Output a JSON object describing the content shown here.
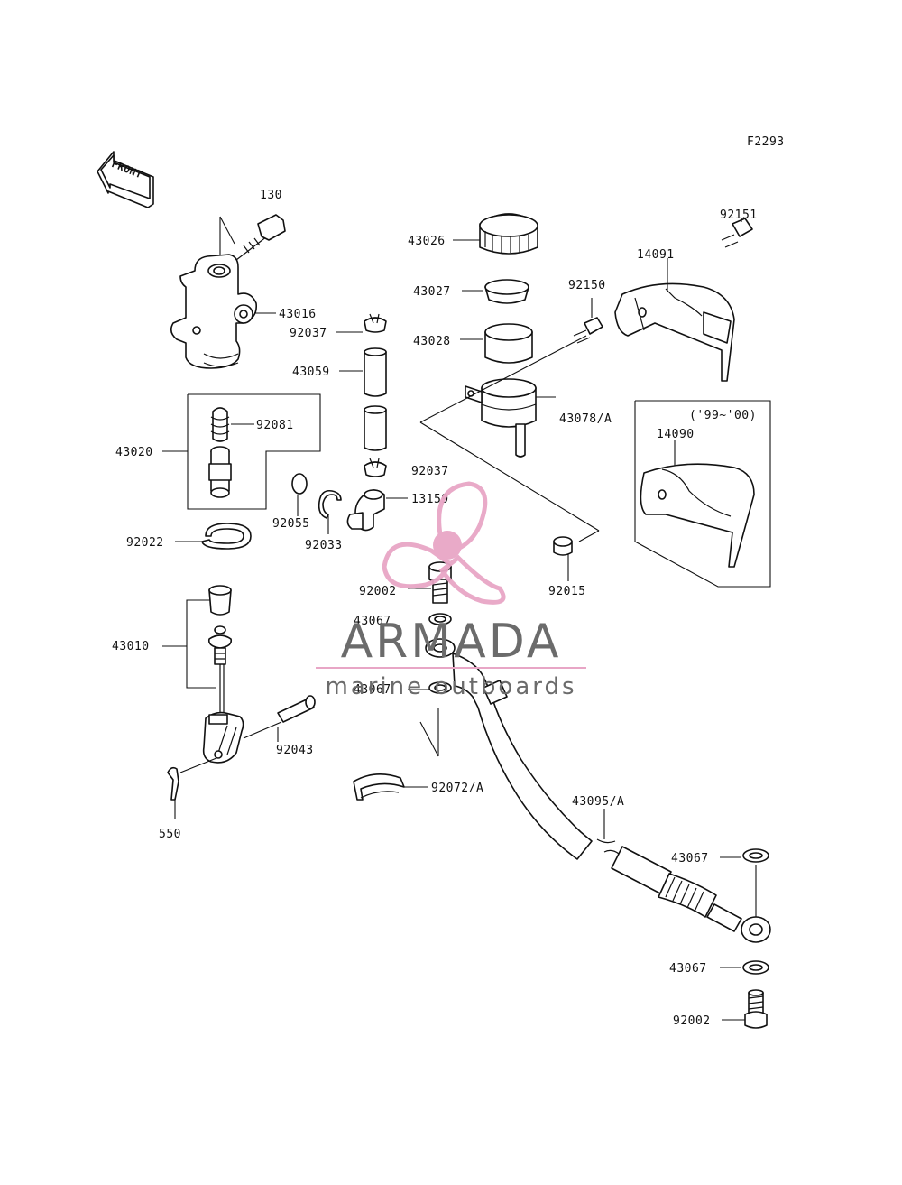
{
  "figure_code": "F2293",
  "front_label": "FRONT",
  "callouts": {
    "c130": "130",
    "c43016": "43016",
    "c43020": "43020",
    "c92081": "92081",
    "c92022": "92022",
    "c43010": "43010",
    "c550": "550",
    "c92043": "92043",
    "c92037a": "92037",
    "c43059": "43059",
    "c92037b": "92037",
    "c92055": "92055",
    "c92033": "92033",
    "c13159": "13159",
    "c43026": "43026",
    "c43027": "43027",
    "c43028": "43028",
    "c92150": "92150",
    "c43078": "43078/A",
    "c92015": "92015",
    "c92002a": "92002",
    "c43067a": "43067",
    "c43067b": "43067",
    "c92072": "92072/A",
    "c43095": "43095/A",
    "c43067c": "43067",
    "c43067d": "43067",
    "c92002b": "92002",
    "c92151": "92151",
    "c14091": "14091",
    "c14090": "14090",
    "years": "('99~'00)"
  },
  "watermark": {
    "brand": "ARMADA",
    "tagline": "marine outboards",
    "logo_color": "#e8a6c6",
    "text_color": "#6b6b6b"
  }
}
